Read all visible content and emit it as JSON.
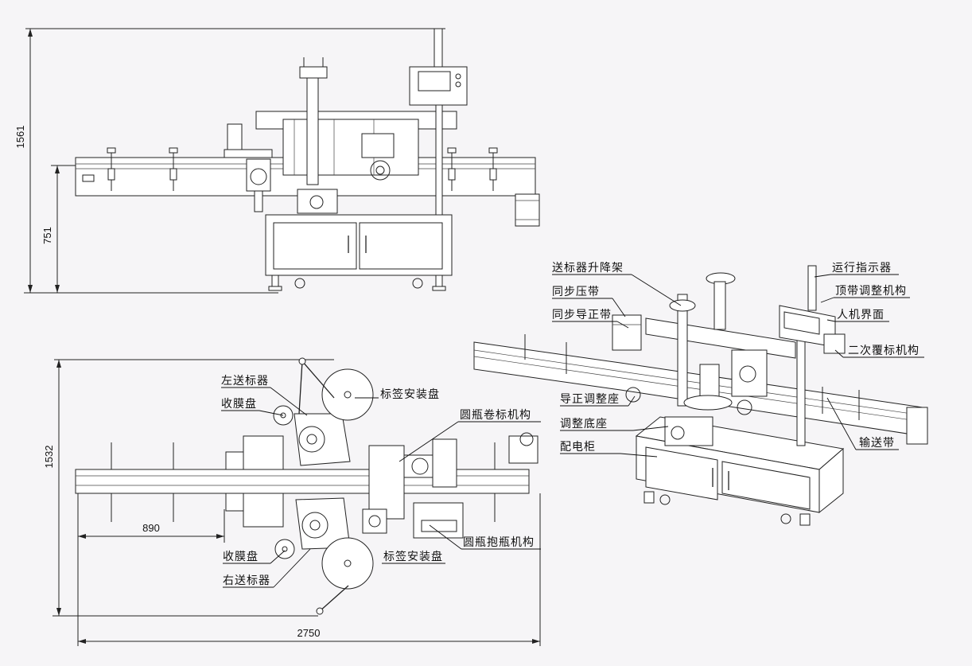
{
  "dimensions": {
    "front_height_total": "1561",
    "front_height_table": "751",
    "top_depth": "1532",
    "top_length_offset": "890",
    "top_length_total": "2750"
  },
  "top_view_labels": {
    "left_label_feeder": "左送标器",
    "left_film_collector": "收膜盘",
    "label_mount_plate_top": "标签安装盘",
    "round_bottle_wrapping": "圆瓶卷标机构",
    "round_bottle_holding": "圆瓶抱瓶机构",
    "label_mount_plate_bottom": "标签安装盘",
    "right_film_collector": "收膜盘",
    "right_label_feeder": "右送标器"
  },
  "iso_view_labels": {
    "feeder_lift_frame": "送标器升降架",
    "sync_press_belt": "同步压带",
    "sync_guide_belt": "同步导正带",
    "guide_adjust_seat": "导正调整座",
    "adjust_base": "调整底座",
    "electric_cabinet": "配电柜",
    "run_indicator": "运行指示器",
    "top_belt_adjust": "顶带调整机构",
    "hmi": "人机界面",
    "secondary_labeling": "二次覆标机构",
    "conveyor_belt": "输送带"
  },
  "colors": {
    "background": "#f6f5f7",
    "line": "#222222"
  }
}
